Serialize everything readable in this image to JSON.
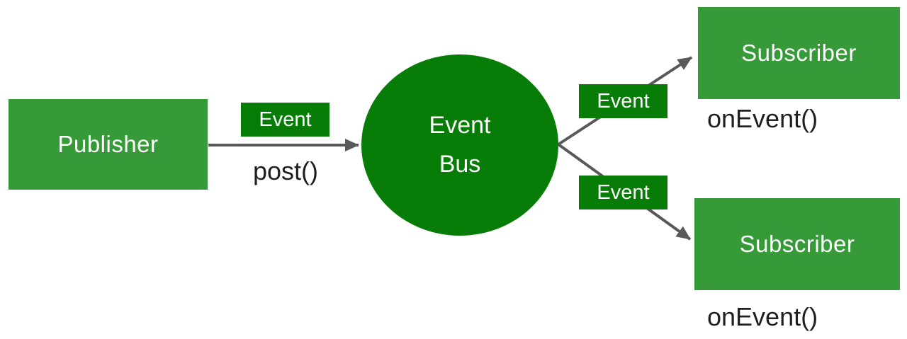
{
  "colors": {
    "green_box": "#369a39",
    "green_dark": "#077d07",
    "arrow_gray": "#595959",
    "text_dark": "#1f1f1f",
    "label_white": "#ffffff"
  },
  "nodes": {
    "publisher": {
      "label": "Publisher"
    },
    "event_bus": {
      "line1": "Event",
      "line2": "Bus"
    },
    "subscriber_top": {
      "label": "Subscriber",
      "callback": "onEvent()"
    },
    "subscriber_bottom": {
      "label": "Subscriber",
      "callback": "onEvent()"
    }
  },
  "edges": {
    "publish": {
      "badge": "Event",
      "method": "post()"
    },
    "deliver_top": {
      "badge": "Event"
    },
    "deliver_bottom": {
      "badge": "Event"
    }
  }
}
